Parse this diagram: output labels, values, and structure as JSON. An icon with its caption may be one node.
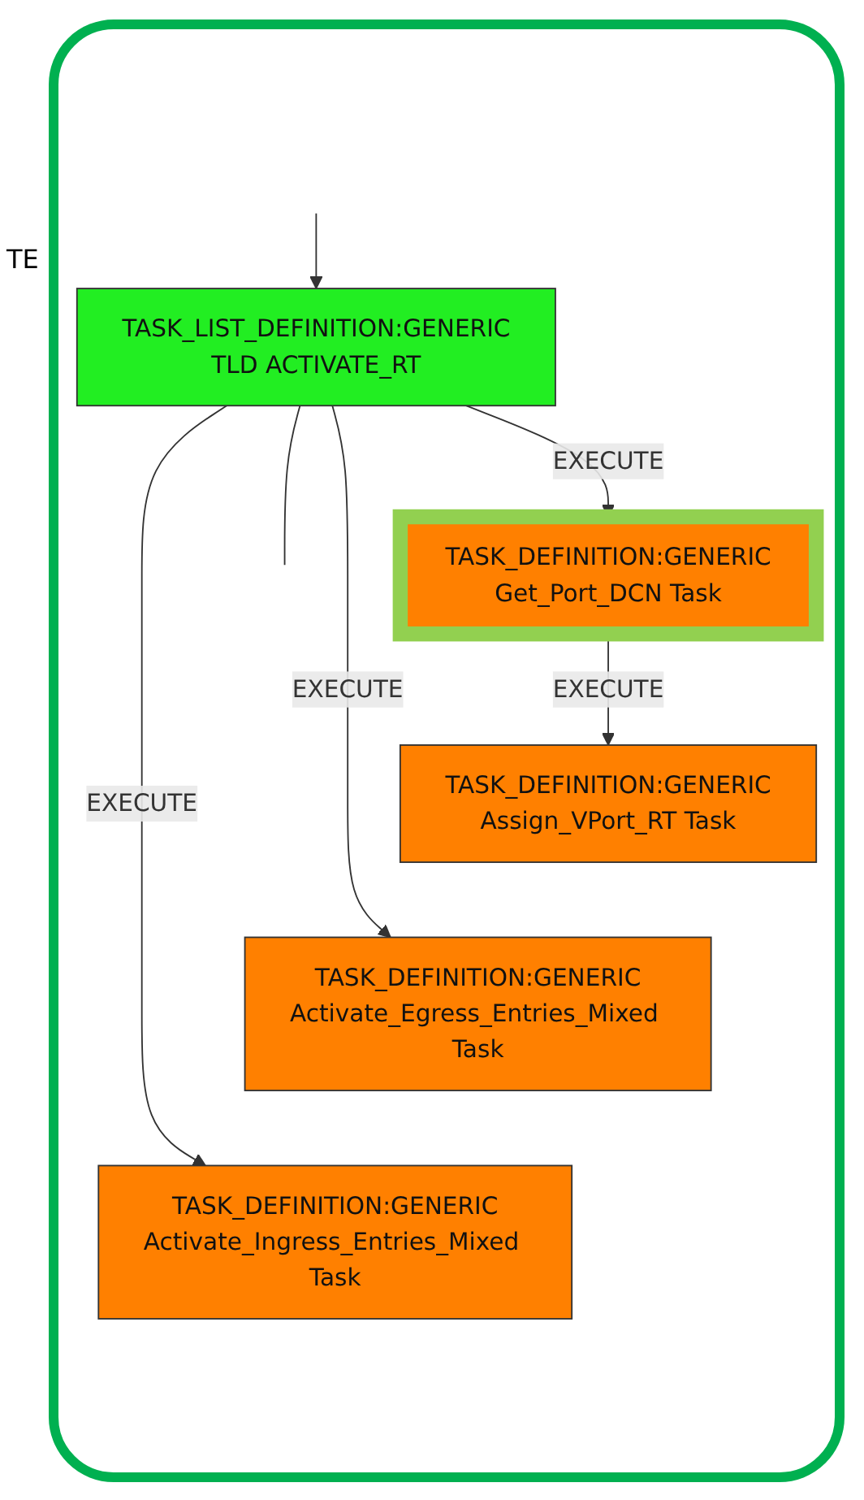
{
  "diagram": {
    "nodes": [
      {
        "text": [
          "TASK_LIST_DEFINITION:GENERIC",
          "TLD ACTIVATE_RT"
        ]
      },
      {
        "text": [
          "TASK_DEFINITION:GENERIC",
          "Get_Port_DCN Task"
        ]
      },
      {
        "text": [
          "TASK_DEFINITION:GENERIC",
          "Assign_VPort_RT Task"
        ]
      },
      {
        "text": [
          "TASK_DEFINITION:GENERIC",
          "Activate_Egress_Entries_Mixed Task"
        ]
      },
      {
        "text": [
          "TASK_DEFINITION:GENERIC",
          "Activate_Ingress_Entries_Mixed Task"
        ]
      }
    ],
    "edges": [
      {
        "from": null,
        "to": 0,
        "arrow": "to"
      },
      {
        "from": 0,
        "to": null,
        "arrow": "none"
      },
      {
        "from": 0,
        "to": 1,
        "arrow": "to",
        "label": "EXECUTE"
      },
      {
        "from": 1,
        "to": 2,
        "arrow": "to",
        "label": "EXECUTE"
      },
      {
        "from": 0,
        "to": 3,
        "arrow": "to",
        "label": "EXECUTE"
      },
      {
        "from": 0,
        "to": 4,
        "arrow": "to",
        "label": "EXECUTE"
      }
    ],
    "labels": [
      "TE"
    ]
  }
}
